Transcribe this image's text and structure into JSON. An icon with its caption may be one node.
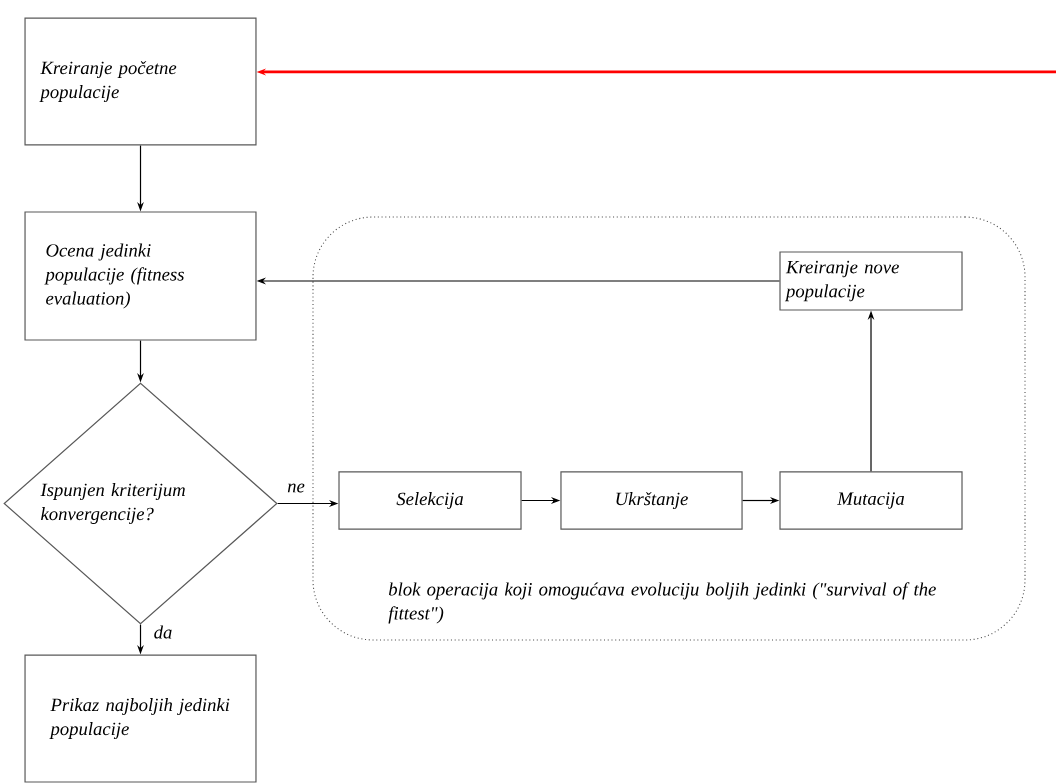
{
  "diagram": {
    "nodes": [
      {
        "text": [
          "Kreiranje početne populacije"
        ]
      },
      {
        "text": [
          "Ocena jedinki populacije (fitness evaluation)"
        ]
      },
      {
        "text": [
          "Ispunjen kriterijum konvergencije?"
        ]
      },
      {
        "text": [
          "Prikaz najboljih jedinki populacije"
        ]
      },
      {
        "text": [
          "blok operacija koji omogućava evoluciju boljih jedinki (\"survival of the fittest\")"
        ]
      },
      {
        "text": [
          "Selekcija"
        ],
        "in": 4
      },
      {
        "text": [
          "Ukrštanje"
        ],
        "in": 4
      },
      {
        "text": [
          "Mutacija"
        ],
        "in": 4
      },
      {
        "text": [
          "Kreiranje nove populacije"
        ],
        "in": 4
      }
    ],
    "edges": [
      {
        "from": null,
        "to": 0,
        "arrow": "to",
        "style": "thick",
        "color": "#ff0000"
      },
      {
        "from": 0,
        "to": 1,
        "arrow": "to"
      },
      {
        "from": 8,
        "to": 1,
        "arrow": "to"
      },
      {
        "from": 1,
        "to": 2,
        "arrow": "to"
      },
      {
        "from": 2,
        "to": 5,
        "arrow": "to",
        "label": "ne"
      },
      {
        "from": 5,
        "to": 6,
        "arrow": "to"
      },
      {
        "from": 6,
        "to": 7,
        "arrow": "to"
      },
      {
        "from": 7,
        "to": 8,
        "arrow": "to"
      },
      {
        "from": 2,
        "to": 3,
        "arrow": "to",
        "label": "da"
      }
    ]
  }
}
